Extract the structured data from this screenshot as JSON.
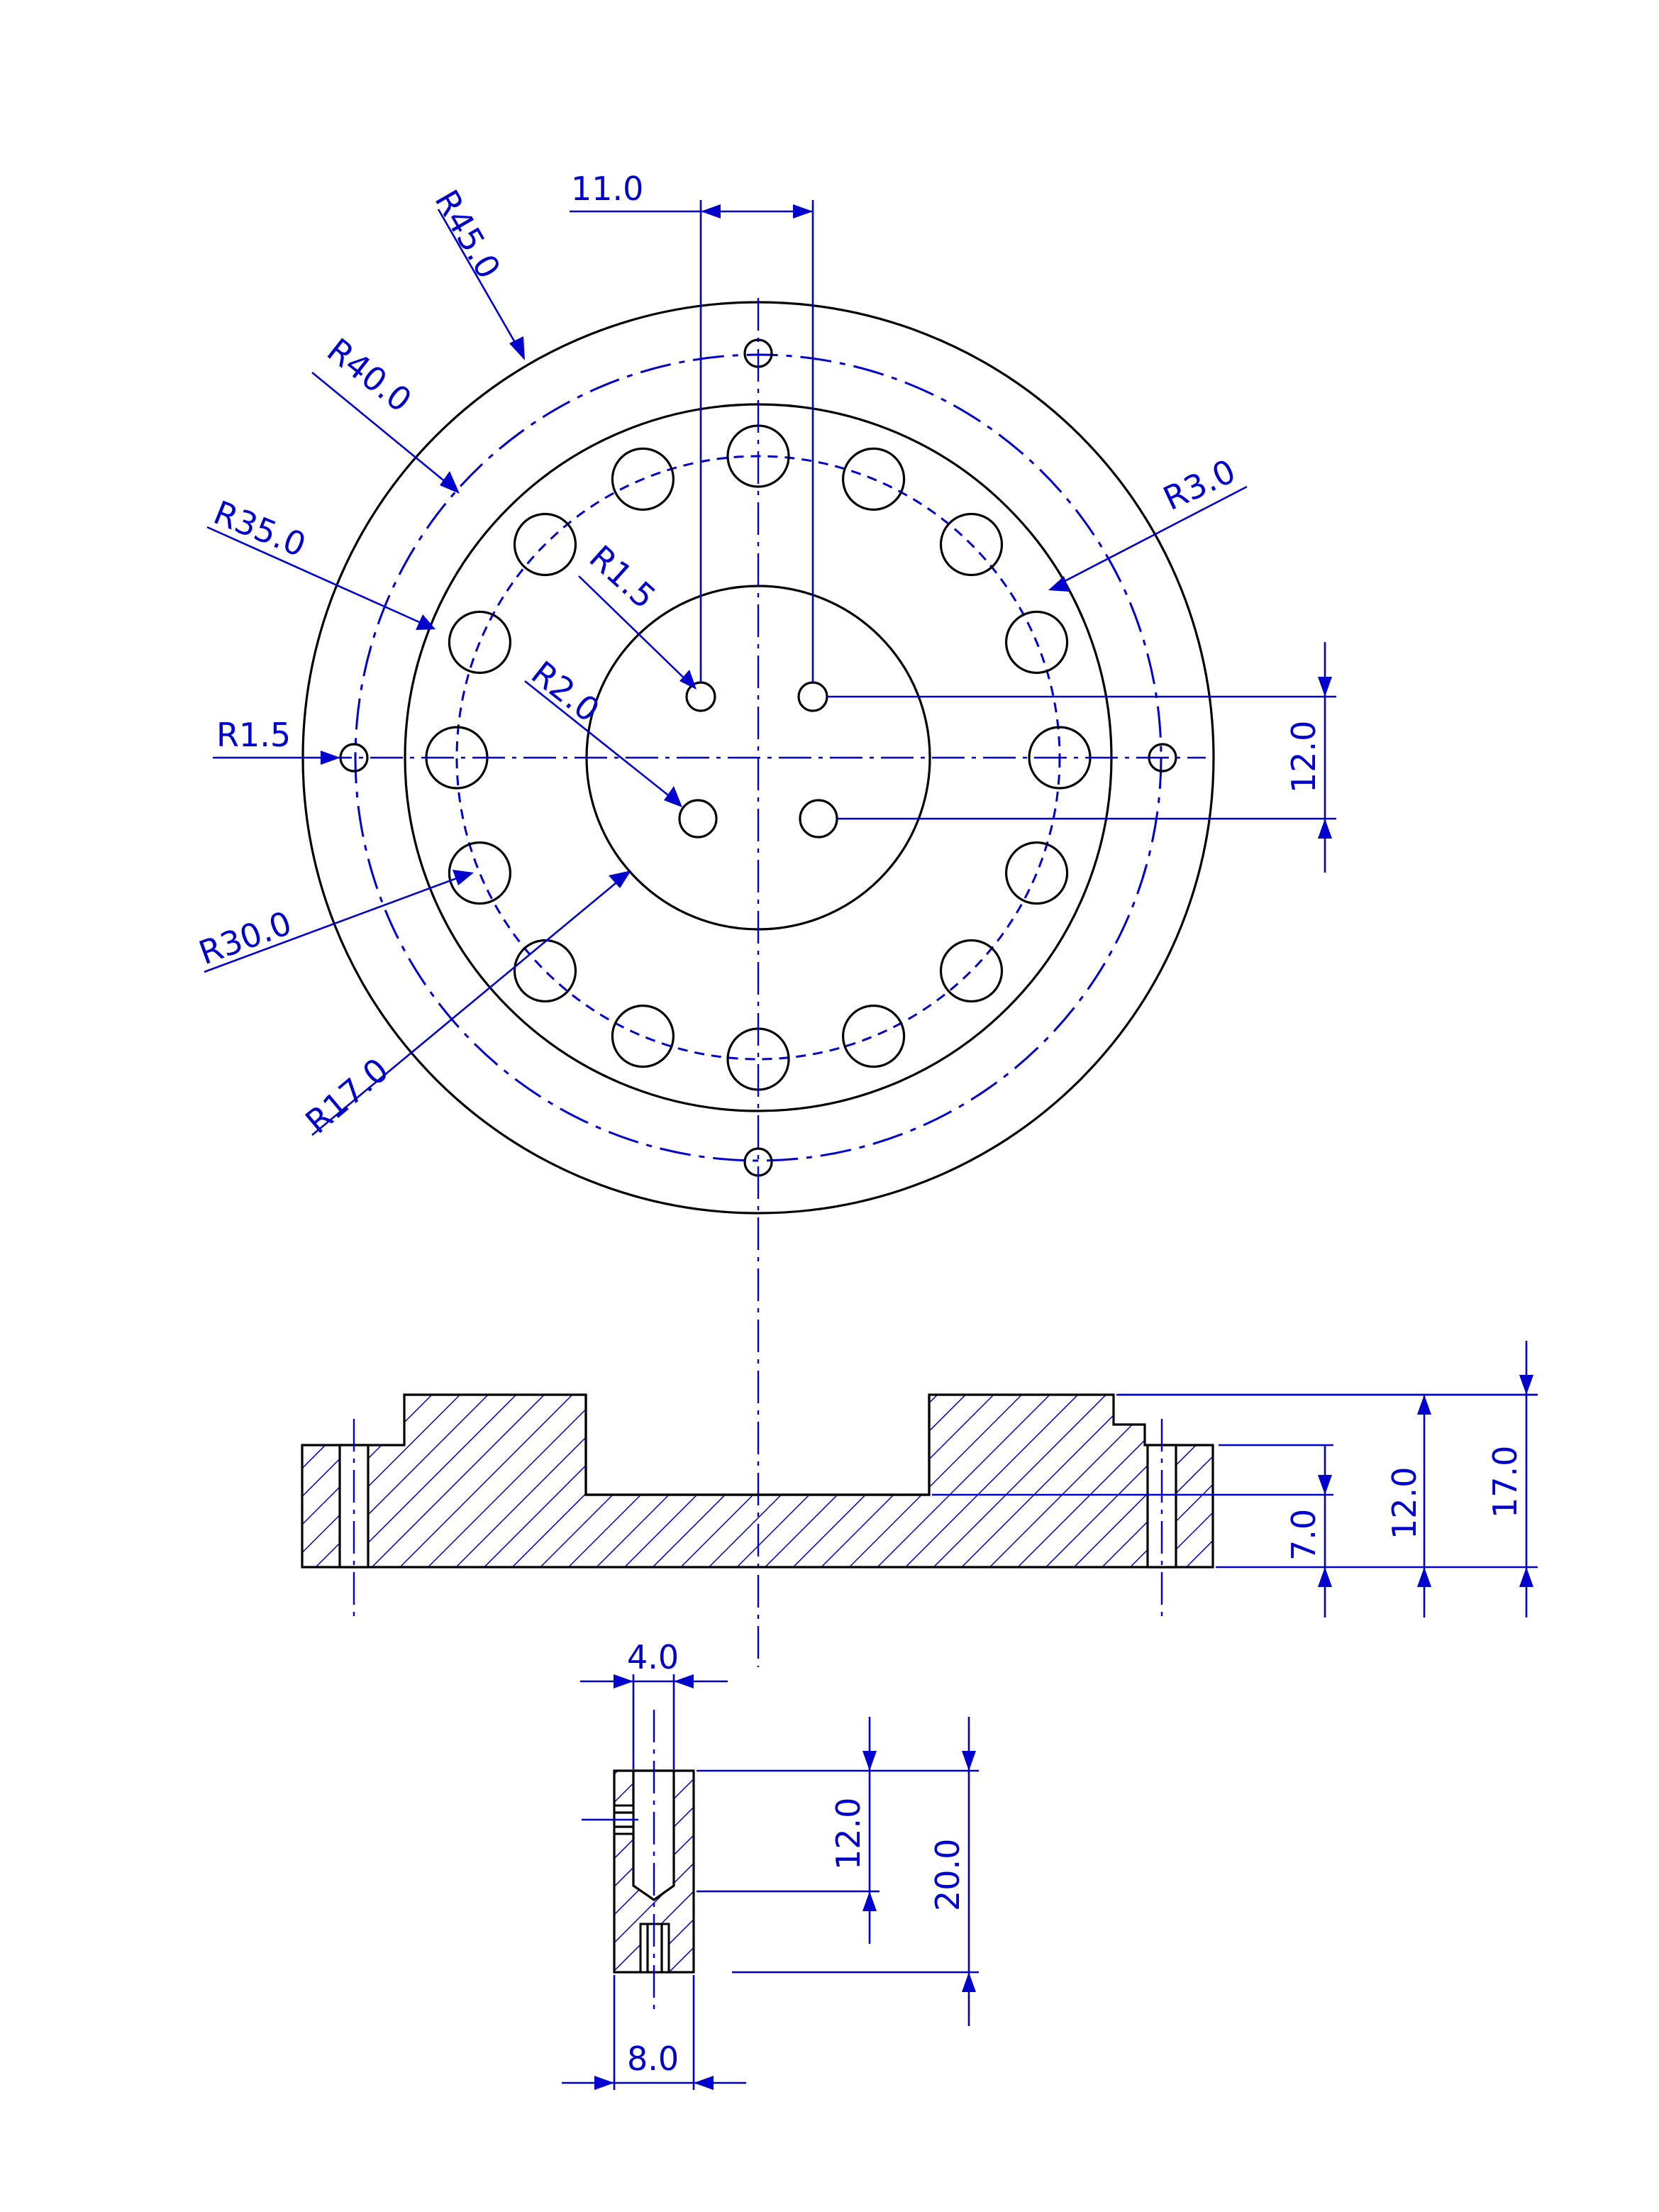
{
  "colors": {
    "object": "#000000",
    "dimension": "#0000cc",
    "background": "#ffffff"
  },
  "dims": {
    "r45": "R45.0",
    "r40": "R40.0",
    "r35": "R35.0",
    "r30": "R30.0",
    "r17": "R17.0",
    "r3": "R3.0",
    "r2": "R2.0",
    "r15_inner": "R1.5",
    "r15_outer": "R1.5",
    "w11": "11.0",
    "h12_top": "12.0",
    "h7": "7.0",
    "h12_side": "12.0",
    "h17": "17.0",
    "w4": "4.0",
    "h12_detail": "12.0",
    "h20": "20.0",
    "w8": "8.0"
  }
}
